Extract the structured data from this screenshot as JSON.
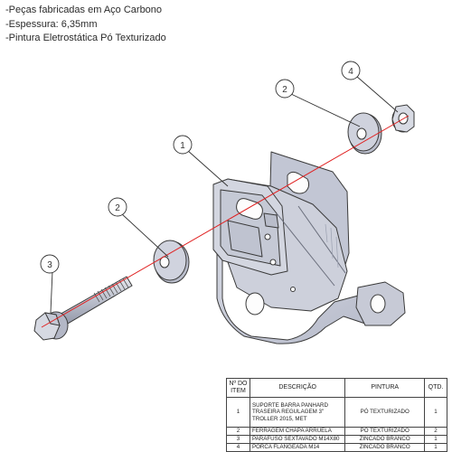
{
  "notes": [
    "-Peças fabricadas em Aço Carbono",
    "-Espessura: 6,35mm",
    "-Pintura Eletrostática Pó Texturizado"
  ],
  "callouts": [
    {
      "id": "callout-1",
      "number": "1"
    },
    {
      "id": "callout-2-upper",
      "number": "2"
    },
    {
      "id": "callout-2-lower",
      "number": "2"
    },
    {
      "id": "callout-3",
      "number": "3"
    },
    {
      "id": "callout-4",
      "number": "4"
    }
  ],
  "bom": {
    "headers": {
      "item": "Nº DO ITEM",
      "description": "DESCRIÇÃO",
      "paint": "PINTURA",
      "qty": "QTD."
    },
    "rows": [
      {
        "item": "1",
        "description": "SUPORTE BARRA PANHARD TRASEIRA REGULAGEM 3\" TROLLER 2015, MET",
        "paint": "PÓ TEXTURIZADO",
        "qty": "1"
      },
      {
        "item": "2",
        "description": "FERRAGEM CHAPA ARRUELA",
        "paint": "PÓ TEXTURIZADO",
        "qty": "2"
      },
      {
        "item": "3",
        "description": "PARAFUSO SEXTAVADO M14X80",
        "paint": "ZINCADO BRANCO",
        "qty": "1"
      },
      {
        "item": "4",
        "description": "PORCA FLANGEADA M14",
        "paint": "ZINCADO BRANCO",
        "qty": "1"
      }
    ]
  },
  "colors": {
    "part_fill": "#c9ccd8",
    "part_shade": "#a9adbd",
    "outline": "#3a3a3a",
    "axis_line": "#e02020"
  }
}
